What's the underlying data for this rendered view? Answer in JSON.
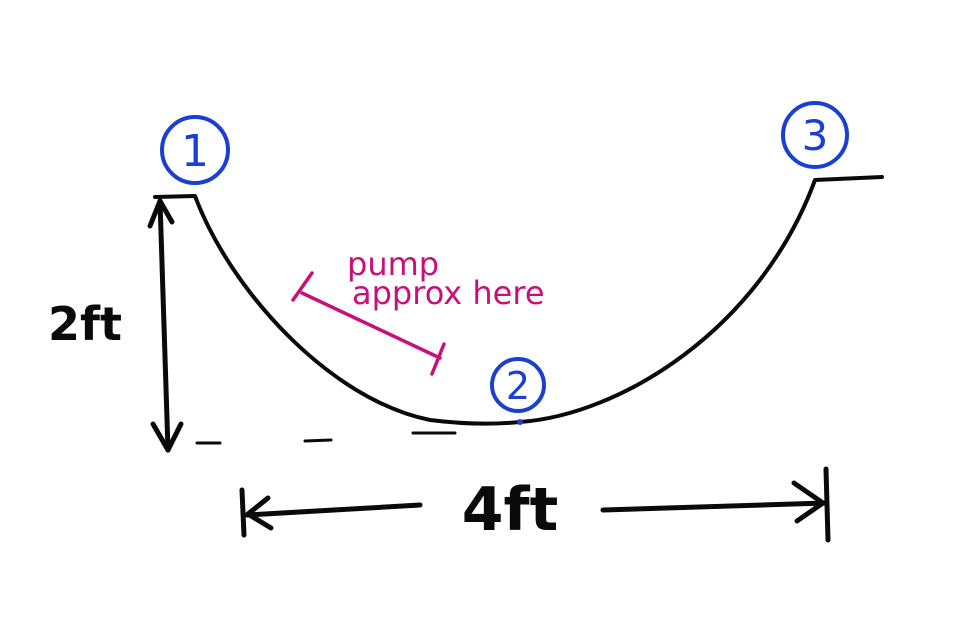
{
  "colors": {
    "ink": "#0a0a0a",
    "point_markers": "#1a3fd1",
    "annotation": "#c8107a",
    "background": "#ffffff"
  },
  "point_labels": [
    "1",
    "2",
    "3"
  ],
  "dimensions": {
    "height_label": "2ft",
    "width_label": "4ft"
  },
  "annotation": {
    "line1": "pump",
    "line2": "approx here"
  }
}
